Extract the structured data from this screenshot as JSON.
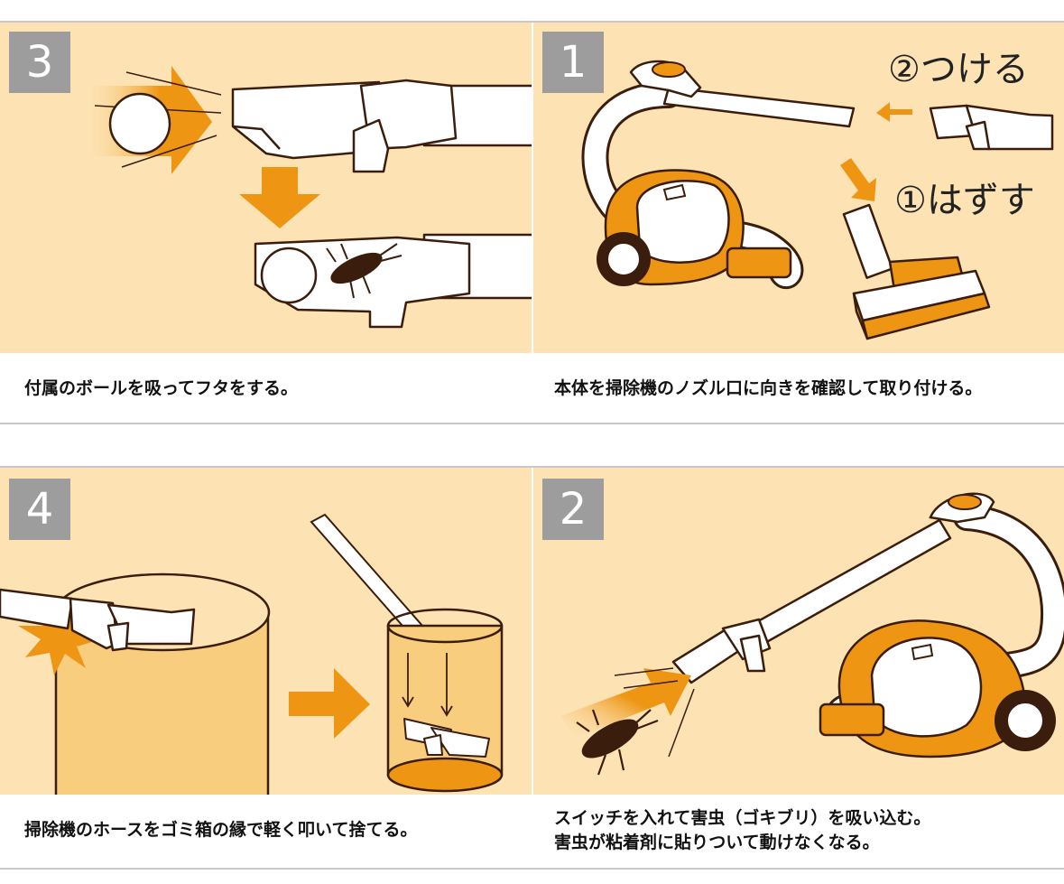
{
  "colors": {
    "panel_bg": "#fde3b4",
    "accent_orange": "#ee9614",
    "badge_gray": "#9d9d9d",
    "outline": "#3a1d0c",
    "divider": "#c9c9c9"
  },
  "steps": [
    {
      "number": "3",
      "caption_lines": [
        "付属のボールを吸ってフタをする。"
      ]
    },
    {
      "number": "1",
      "caption_lines": [
        "本体を掃除機のノズル口に向きを確認して取り付ける。"
      ],
      "labels": {
        "attach": "②つける",
        "remove": "①はずす"
      }
    },
    {
      "number": "4",
      "caption_lines": [
        "掃除機のホースをゴミ箱の縁で軽く叩いて捨てる。"
      ]
    },
    {
      "number": "2",
      "caption_lines": [
        "スイッチを入れて害虫（ゴキブリ）を吸い込む。",
        "害虫が粘着剤に貼りついて動けなくなる。"
      ]
    }
  ]
}
